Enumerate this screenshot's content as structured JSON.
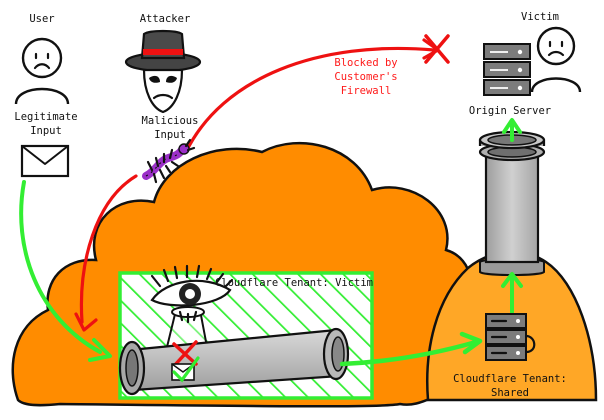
{
  "labels": {
    "user": "User",
    "attacker": "Attacker",
    "victim": "Victim",
    "legitimate_input": [
      "Legitimate",
      "Input"
    ],
    "malicious_input": [
      "Malicious",
      "Input"
    ],
    "blocked": [
      "Blocked by",
      "Customer's",
      "Firewall"
    ],
    "origin_server": "Origin Server",
    "tenant_victim": "Cloudflare Tenant: Victim",
    "tenant_shared": [
      "Cloudflare Tenant:",
      "Shared"
    ]
  },
  "colors": {
    "cloud_orange": "#ff8c00",
    "shared_orange": "#ffa726",
    "legit_green": "#33ee33",
    "blocked_red": "#ee1111",
    "bug_purple": "#9b30c8",
    "pipe_gray": "#c4c4c4",
    "outline": "#111111"
  },
  "icons": [
    "user-icon",
    "attacker-icon",
    "victim-icon",
    "envelope-icon",
    "bug-icon",
    "server-icon",
    "eye-icon",
    "pipe-icon",
    "x-mark-icon",
    "checkmark-icon"
  ]
}
